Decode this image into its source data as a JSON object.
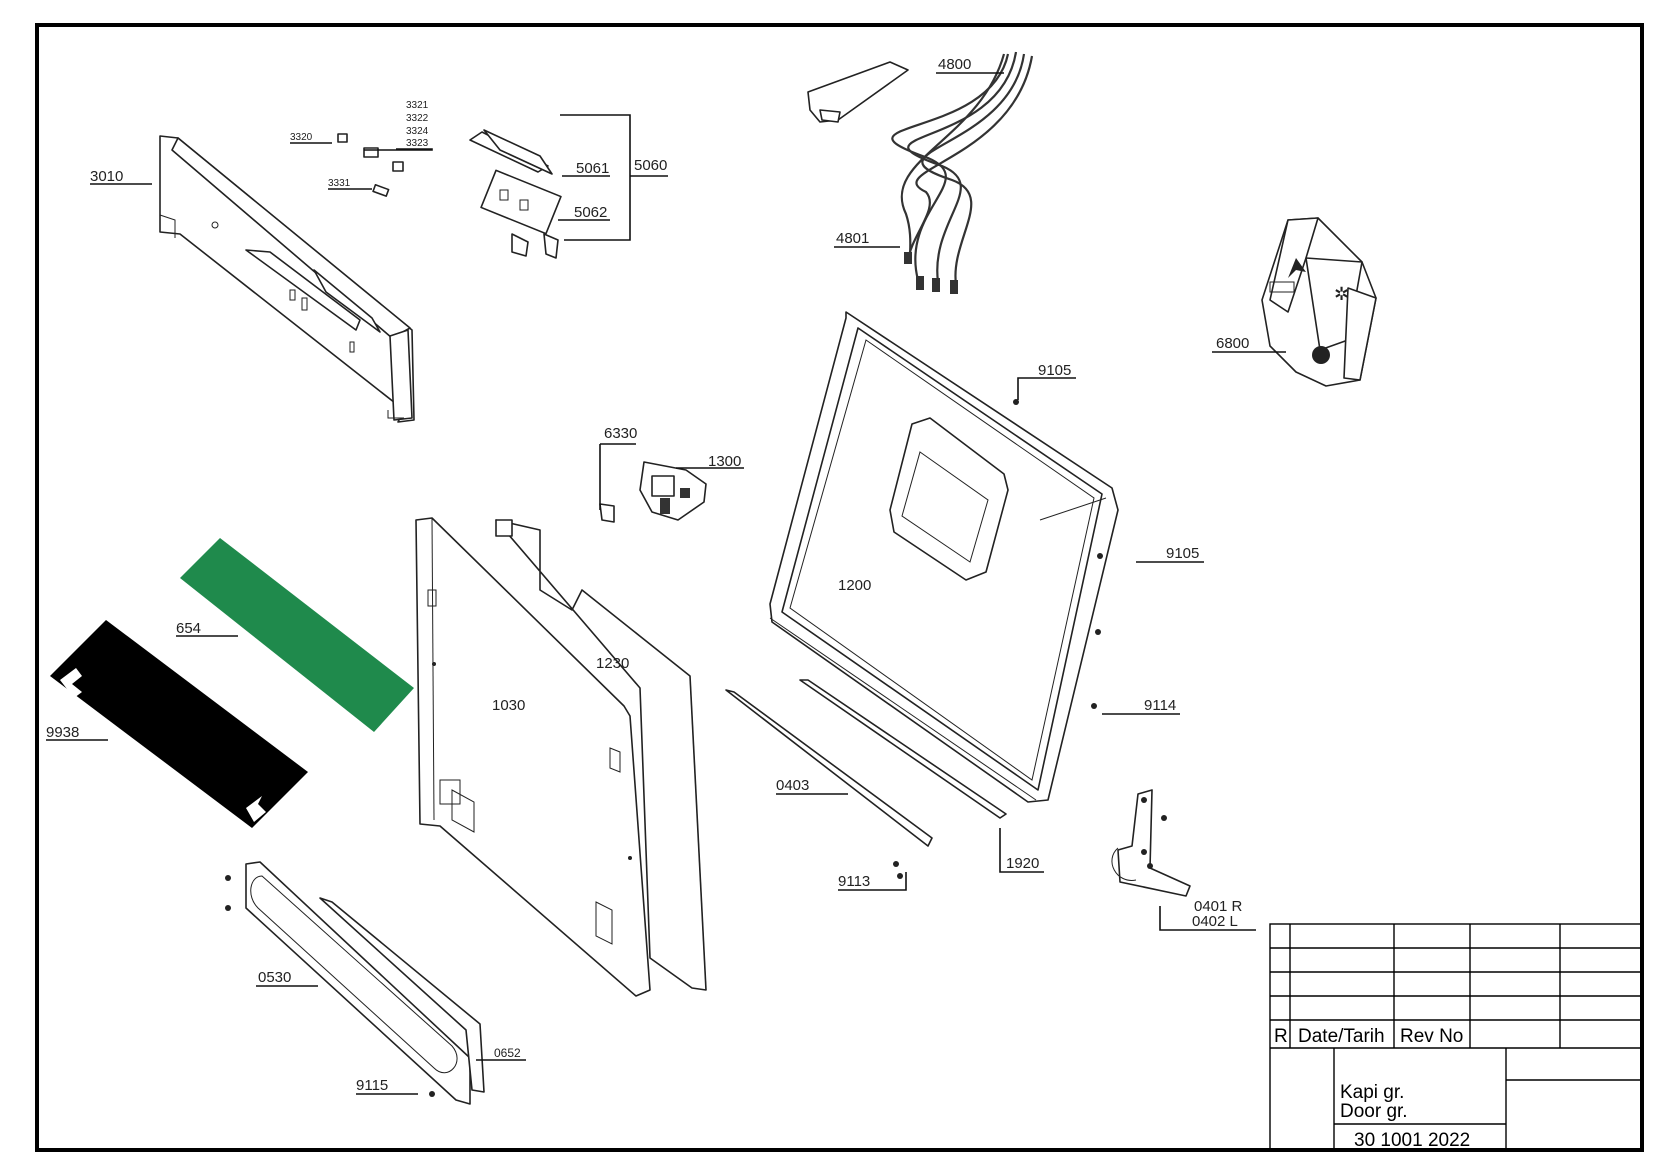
{
  "drawing": {
    "insulation_color": "#1f8a4c",
    "gasket_color": "#000000",
    "line_color": "#222222"
  },
  "labels": {
    "p3010": "3010",
    "p3320": "3320",
    "p3321": "3321",
    "p3322": "3322",
    "p3324": "3324",
    "p3323": "3323",
    "p3331": "3331",
    "p5061": "5061",
    "p5060": "5060",
    "p5062": "5062",
    "p4800": "4800",
    "p4801": "4801",
    "p6800": "6800",
    "p9105a": "9105",
    "p9105b": "9105",
    "p6330": "6330",
    "p1300": "1300",
    "p1200": "1200",
    "p1230": "1230",
    "p1030": "1030",
    "p654": "654",
    "p9938": "9938",
    "p9114": "9114",
    "p0403": "0403",
    "p9113": "9113",
    "p1920": "1920",
    "p0401": "0401 R",
    "p0402": "0402 L",
    "p0530": "0530",
    "p0652": "0652",
    "p9115": "9115"
  },
  "title_block": {
    "rev_col": "R",
    "date_col": "Date/Tarih",
    "revno_col": "Rev No",
    "group_tr": "Kapi gr.",
    "group_en": "Door gr.",
    "drawing_no": "30 1001 2022"
  }
}
